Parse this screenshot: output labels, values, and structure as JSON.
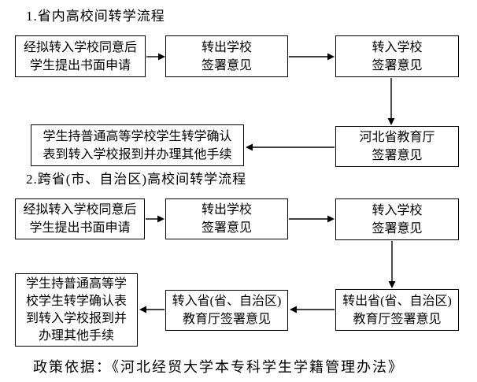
{
  "colors": {
    "background": "#ffffff",
    "line": "#000000",
    "text": "#000000"
  },
  "flow1": {
    "title": "1.省内高校间转学流程",
    "boxes": {
      "apply": "经拟转入学校同意后\n学生提出书面申请",
      "out_school": "转出学校\n签署意见",
      "in_school": "转入学校\n签署意见",
      "edu_dept": "河北省教育厅\n签署意见",
      "report": "学生持普通高等学校学生转学确认\n表到转入学校报到并办理其他手续"
    }
  },
  "flow2": {
    "title": "2.跨省(市、自治区)高校间转学流程",
    "boxes": {
      "apply": "经拟转入学校同意后\n学生提出书面申请",
      "out_school": "转出学校\n签署意见",
      "in_school": "转入学校\n签署意见",
      "out_province": "转出省(省、自治区)\n教育厅签署意见",
      "in_province": "转入省(省、自治区)\n教育厅签署意见",
      "report": "学生持普通高等学\n校学生转学确认表\n到转入学校报到并\n办理其他手续"
    }
  },
  "policy_note": "政策依据：《河北经贸大学本专科学生学籍管理办法》"
}
